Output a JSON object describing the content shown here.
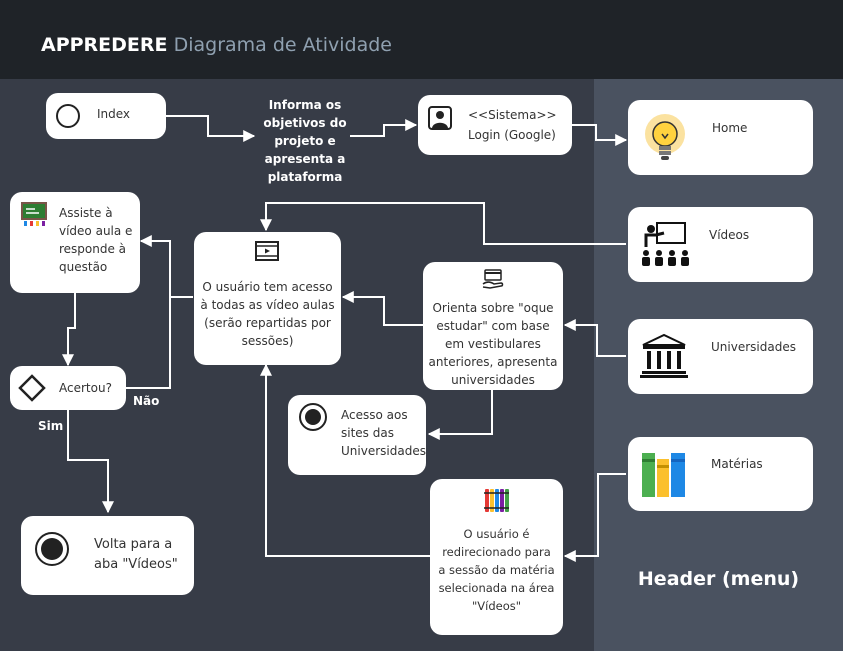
{
  "header": {
    "title_bold": "APPREDERE",
    "title_light": "Diagrama de Atividade"
  },
  "header_panel": {
    "caption": "Header (menu)"
  },
  "nodes": {
    "index": "Index",
    "info": "Informa os objetivos do projeto e apresenta  a plataforma",
    "login_line1": "<<Sistema>>",
    "login_line2": "Login (Google)",
    "home": "Home",
    "videos_menu": "Vídeos",
    "universidades_menu": "Universidades",
    "materias_menu": "Matérias",
    "assiste": "Assiste à vídeo aula e responde à questão",
    "acertou": "Acertou?",
    "nao": "Não",
    "sim": "Sim",
    "acesso": "O usuário tem acesso à todas as vídeo aulas (serão repartidas por sessões)",
    "orienta": "Orienta sobre \"oque estudar\" com base em vestibulares anteriores, apresenta universidades",
    "acesso_sites": "Acesso aos sites das Universidades",
    "volta": "Volta para a aba \"Vídeos\"",
    "redirecionado": "O usuário é redirecionado para a sessão da matéria selecionada na área \"Vídeos\""
  },
  "icons": {
    "login": "user-icon",
    "home": "lightbulb-icon",
    "videos": "teacher-icon",
    "universidades": "university-icon",
    "materias": "books-icon",
    "assiste": "blackboard-icon",
    "acesso": "video-icon",
    "orienta": "card-hand-icon",
    "redirecionado": "colored-books-icon"
  },
  "colors": {
    "background": "#373c47",
    "topbar": "#1f2328",
    "header_panel": "#4a5260",
    "node": "#ffffff",
    "connector": "#ffffff"
  }
}
